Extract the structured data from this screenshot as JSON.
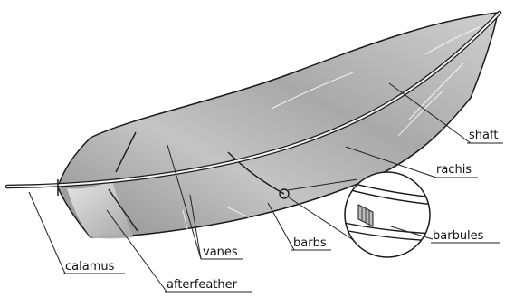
{
  "labels": {
    "shaft": "shaft",
    "rachis": "rachis",
    "barbs": "barbs",
    "barbules": "barbules",
    "vanes": "vanes",
    "calamus": "calamus",
    "afterfeather": "afterfeather"
  },
  "colors": {
    "vane_light": "#e2e2e2",
    "vane_mid": "#b9b9b9",
    "vane_dark": "#8c8c8c",
    "outline": "#1a1a1a",
    "label_text": "#111111"
  }
}
